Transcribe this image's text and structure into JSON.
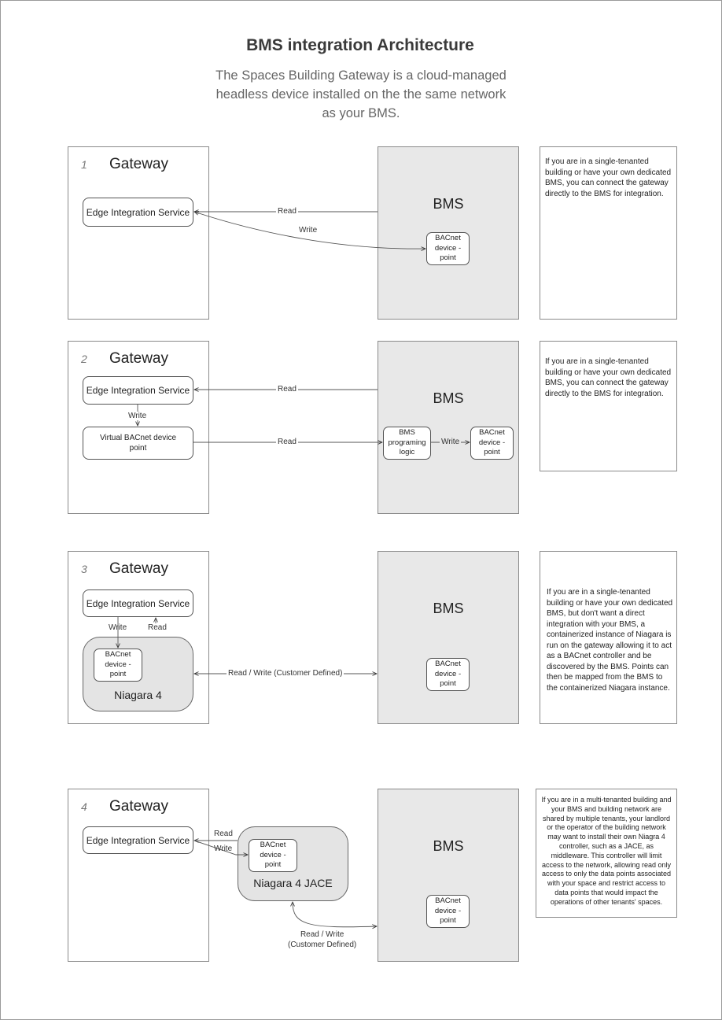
{
  "header": {
    "title": "BMS integration Architecture",
    "subtitle": "The Spaces Building Gateway is a cloud-managed headless device installed on the the same network as your BMS."
  },
  "colors": {
    "bms_background": "#e8e8e8",
    "niagara_background": "#e4e4e4",
    "border": "#8a8a8a"
  },
  "labels": {
    "gateway": "Gateway",
    "bms": "BMS",
    "edge_service": "Edge Integration Service",
    "bacnet_point_l1": "BACnet",
    "bacnet_point_l2": "device -",
    "bacnet_point_l3": "point",
    "read": "Read",
    "write": "Write",
    "niagara4": "Niagara 4",
    "niagara4_jace": "Niagara 4 JACE"
  },
  "sections": [
    {
      "number": "1",
      "description": " If you are in a single-tenanted building or have your own dedicated BMS, you can connect the gateway directly to the BMS for integration."
    },
    {
      "number": "2",
      "virtual_point_l1": "Virtual BACnet device",
      "virtual_point_l2": "point",
      "logic_l1": "BMS",
      "logic_l2": "programing",
      "logic_l3": "logic",
      "description": " If you are in a single-tenanted building or have your own dedicated BMS, you can connect the gateway directly to the BMS for integration."
    },
    {
      "number": "3",
      "read_write": "Read / Write (Customer Defined)",
      "description": "If you are in a single-tenanted building or have your own dedicated BMS, but don't want a direct integration with your BMS, a containerized instance of Niagara is run on the gateway allowing it to act as a BACnet controller and be discovered by the BMS. Points can then be mapped from the BMS to the containerized Niagara instance."
    },
    {
      "number": "4",
      "read_write_l1": "Read / Write",
      "read_write_l2": "(Customer Defined)",
      "description": "If you are in a multi-tenanted building and your BMS and building network are shared by multiple tenants, your landlord or the operator of the building network may want to install their own Niagra 4 controller, such as a JACE, as middleware. This controller will limit access to the network, allowing read only access to only the data points associated with your space and restrict access to data points that would impact the operations of other tenants' spaces."
    }
  ]
}
